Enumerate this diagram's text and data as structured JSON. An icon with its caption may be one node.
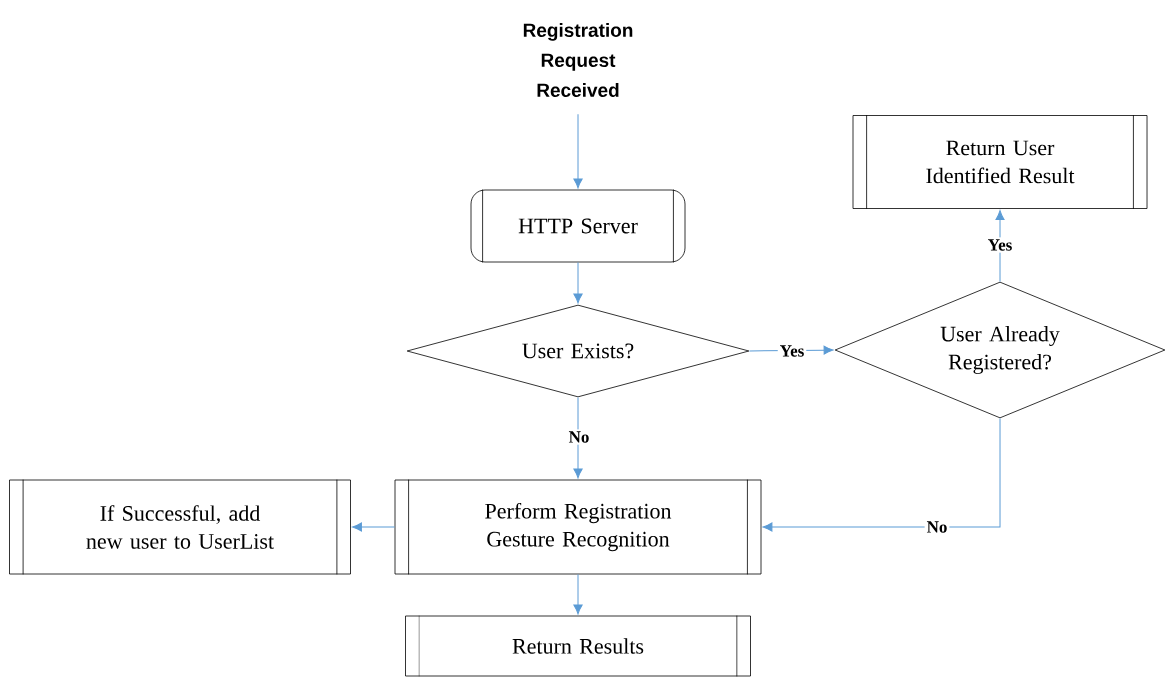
{
  "diagram": {
    "nodes": [
      {
        "text": [
          "Registration Request Received"
        ]
      },
      {
        "text": [
          "HTTP Server"
        ]
      },
      {
        "text": [
          "User Exists?"
        ]
      },
      {
        "text": [
          "User Already Registered?"
        ]
      },
      {
        "text": [
          "Return User Identified Result"
        ]
      },
      {
        "text": [
          "If Successful, add new user to UserList"
        ]
      },
      {
        "text": [
          "Perform Registration Gesture Recognition"
        ]
      },
      {
        "text": [
          "Return Results"
        ]
      }
    ],
    "edges": [
      {
        "from": 0,
        "to": 1,
        "arrow": "to"
      },
      {
        "from": 1,
        "to": 2,
        "arrow": "to"
      },
      {
        "from": 2,
        "to": 3,
        "arrow": "to",
        "label": "Yes"
      },
      {
        "from": 3,
        "to": 4,
        "arrow": "to",
        "label": "Yes"
      },
      {
        "from": 2,
        "to": 6,
        "arrow": "to",
        "label": "No"
      },
      {
        "from": 3,
        "to": 6,
        "arrow": "to",
        "label": "No"
      },
      {
        "from": 6,
        "to": 5,
        "arrow": "to"
      },
      {
        "from": 6,
        "to": 7,
        "arrow": "to"
      }
    ]
  }
}
